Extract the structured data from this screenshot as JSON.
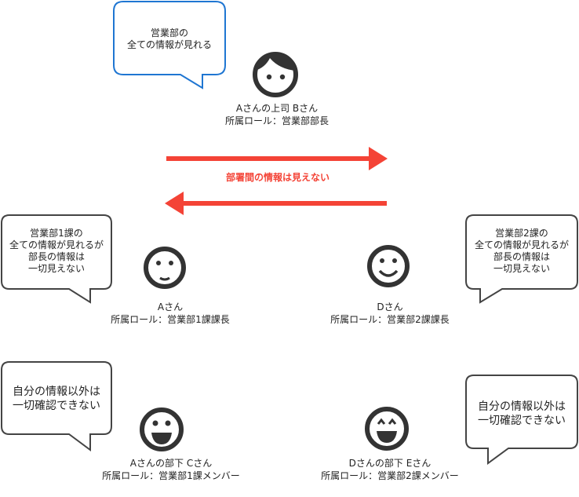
{
  "colors": {
    "arrow": "#f44336",
    "highlight_bubble": "#1f76d2",
    "bubble": "#444444",
    "face": "#333333"
  },
  "manager": {
    "bubble": [
      "営業部の",
      "全ての情報が見れる"
    ],
    "label": [
      "Aさんの上司 Bさん",
      "所属ロール：営業部部長"
    ]
  },
  "separator_text": "部署間の情報は見えない",
  "person_a": {
    "bubble": [
      "営業部1課の",
      "全ての情報が見れるが",
      "部長の情報は",
      "一切見えない"
    ],
    "label": [
      "Aさん",
      "所属ロール：営業部1課課長"
    ]
  },
  "person_d": {
    "bubble": [
      "営業部2課の",
      "全ての情報が見れるが",
      "部長の情報は",
      "一切見えない"
    ],
    "label": [
      "Dさん",
      "所属ロール：営業部2課課長"
    ]
  },
  "person_c": {
    "bubble": [
      "自分の情報以外は",
      "一切確認できない"
    ],
    "label": [
      "Aさんの部下 Cさん",
      "所属ロール：営業部1課メンバー"
    ]
  },
  "person_e": {
    "bubble": [
      "自分の情報以外は",
      "一切確認できない"
    ],
    "label": [
      "Dさんの部下 Eさん",
      "所属ロール：営業部2課メンバー"
    ]
  }
}
